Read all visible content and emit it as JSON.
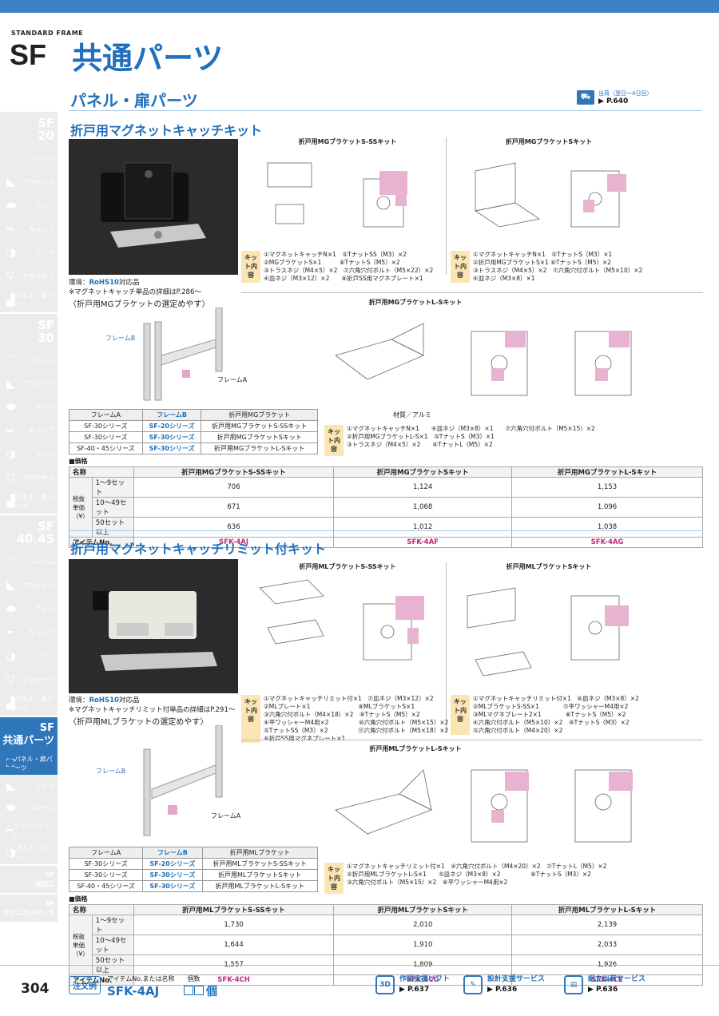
{
  "header": {
    "brand_small": "STANDARD FRAME",
    "brand_big": "SF",
    "title": "共通パーツ",
    "section": "パネル・扉パーツ",
    "ship_line1": "出荷（翌日〜4日目）",
    "ship_line2": "▶ P.640"
  },
  "sidebar": {
    "groups": [
      {
        "head": "SF\n20",
        "items": [
          "フレーム",
          "ブラケット",
          "ナット",
          "キャップ",
          "フット",
          "アクセサリ",
          "パネル・扉パーツ"
        ]
      },
      {
        "head": "SF\n30",
        "items": [
          "フレーム",
          "ブラケット",
          "ナット",
          "キャップ",
          "フット",
          "アクセサリ",
          "パネル・扉パーツ"
        ]
      },
      {
        "head": "SF\n40.45",
        "items": [
          "フレーム",
          "ブラケット",
          "ナット",
          "キャップ",
          "フット",
          "アクセサリ",
          "パネル・扉パーツ"
        ]
      },
      {
        "head": "SF\n共通パーツ",
        "items": [
          "パネル・扉パーツ",
          "フット",
          "フレーム",
          "クリーンファン",
          "ボルト・ネジ"
        ]
      }
    ],
    "extra": [
      "SF\n追加工",
      "SF\nテクニカルデータ"
    ]
  },
  "kit1": {
    "title": "折戸用マグネットキャッチキット",
    "env_label": "環境：",
    "env_value": "RoHS10",
    "env_suffix": "対応品",
    "note": "※マグネットキャッチ単品の詳細はP.286〜",
    "select": "〈折戸用MGブラケットの選定めやす〉",
    "frame_b_label": "フレームB",
    "frame_a_label": "フレームA",
    "diag1_title": "折戸用MGブラケットS-SSキット",
    "diag2_title": "折戸用MGブラケットSキット",
    "diag3_title": "折戸用MGブラケットL-Sキット",
    "material": "材質／アルミ",
    "kit_tag": "キット内容",
    "kit1_lines": [
      "①マグネットキャッチN×1　⑤TナットSS（M3）×2",
      "②MGブラケットS×1　　　⑥TナットS（M5）×2",
      "③トラスネジ（M4×5）×2　⑦六角穴付ボルト（M5×22）×2",
      "④皿ネジ（M3×12）×2　　⑧折戸SS用マグネプレート×1"
    ],
    "kit2_lines": [
      "①マグネットキャッチN×1　⑤TナットS（M3）×1",
      "②折戸用MGブラケットS×1 ⑥TナットS（M5）×2",
      "③トラスネジ（M4×5）×2　⑦六角穴付ボルト（M5×10）×2",
      "④皿ネジ（M3×8）×1"
    ],
    "kit3_lines": [
      "①マグネットキャッチN×1　　④皿ネジ（M3×8）×1　　⑦六角穴付ボルト（M5×15）×2",
      "②折戸用MGブラケットL-S×1　⑤TナットS（M3）×1",
      "③トラスネジ（M4×5）×2　　⑥TナットL（M5）×2"
    ],
    "frame_table": {
      "header": [
        "フレームA",
        "フレームB",
        "折戸用MGブラケット"
      ],
      "rows": [
        [
          "SF-30シリーズ",
          "SF-20シリーズ",
          "折戸用MGブラケットS-SSキット"
        ],
        [
          "SF-30シリーズ",
          "SF-30シリーズ",
          "折戸用MGブラケットSキット"
        ],
        [
          "SF-40・45シリーズ",
          "SF-30シリーズ",
          "折戸用MGブラケットL-Sキット"
        ]
      ]
    },
    "price_title": "■価格",
    "price": {
      "name_label": "名称",
      "names": [
        "折戸用MGブラケットS-SSキット",
        "折戸用MGブラケットSキット",
        "折戸用MGブラケットL-Sキット"
      ],
      "side": "税抜単価（¥）",
      "tiers": [
        "1〜9セット",
        "10〜49セット",
        "50セット以上"
      ],
      "values": [
        [
          "706",
          "1,124",
          "1,153"
        ],
        [
          "671",
          "1,068",
          "1,096"
        ],
        [
          "636",
          "1,012",
          "1,038"
        ]
      ],
      "item_label": "アイテムNo.",
      "items": [
        "SFK-4AJ",
        "SFK-4AF",
        "SFK-4AG"
      ]
    }
  },
  "kit2": {
    "title": "折戸用マグネットキャッチリミット付キット",
    "env_label": "環境：",
    "env_value": "RoHS10",
    "env_suffix": "対応品",
    "note": "※マグネットキャッチリミット付単品の詳細はP.291〜",
    "select": "〈折戸用MLブラケットの選定めやす〉",
    "frame_b_label": "フレームB",
    "frame_a_label": "フレームA",
    "diag1_title": "折戸用MLブラケットS-SSキット",
    "diag2_title": "折戸用MLブラケットSキット",
    "diag3_title": "折戸用MLブラケットL-Sキット",
    "kit_tag": "キット内容",
    "kit1_lines": [
      "①マグネットキャッチリミット付×1　⑦皿ネジ（M3×12）×2",
      "②MLプレート×1　　　　　　　　⑧MLブラケットS×1",
      "③六角穴付ボルト（M4×18）×2　⑨TナットS（M5）×2",
      "④平ワッシャーM4用×2　　　　　⑩六角穴付ボルト（M5×15）×2",
      "⑤TナットSS（M3）×2　　　　　⑪六角穴付ボルト（M5×18）×2",
      "⑥折戸SS用マグネプレート×1"
    ],
    "kit2_lines": [
      "①マグネットキャッチリミット付×1　⑥皿ネジ（M3×8）×2",
      "②MLブラケットS-SS×1　　　　⑦平ワッシャーM4用×2",
      "③MLマグネプレート2×1　　　　⑧TナットS（M5）×2",
      "④六角穴付ボルト（M5×10）×2　⑨TナットS（M3）×2",
      "⑤六角穴付ボルト（M4×20）×2"
    ],
    "kit3_lines": [
      "①マグネットキャッチリミット付×1　④六角穴付ボルト（M4×20）×2　⑦TナットL（M5）×2",
      "②折戸用MLブラケットL-S×1　　⑤皿ネジ（M3×8）×2　　　　　⑧TナットS（M3）×2",
      "③六角穴付ボルト（M5×15）×2　⑥平ワッシャーM4用×2"
    ],
    "frame_table": {
      "header": [
        "フレームA",
        "フレームB",
        "折戸用MLブラケット"
      ],
      "rows": [
        [
          "SF-30シリーズ",
          "SF-20シリーズ",
          "折戸用MLブラケットS-SSキット"
        ],
        [
          "SF-30シリーズ",
          "SF-30シリーズ",
          "折戸用MLブラケットSキット"
        ],
        [
          "SF-40・45シリーズ",
          "SF-30シリーズ",
          "折戸用MLブラケットL-Sキット"
        ]
      ]
    },
    "price_title": "■価格",
    "price": {
      "name_label": "名称",
      "names": [
        "折戸用MLブラケットS-SSキット",
        "折戸用MLブラケットSキット",
        "折戸用MLブラケットL-Sキット"
      ],
      "side": "税抜単価（¥）",
      "tiers": [
        "1〜9セット",
        "10〜49セット",
        "50セット以上"
      ],
      "values": [
        [
          "1,730",
          "2,010",
          "2,139"
        ],
        [
          "1,644",
          "1,910",
          "2,033"
        ],
        [
          "1,557",
          "1,809",
          "1,926"
        ]
      ],
      "item_label": "アイテムNo.",
      "items": [
        "SFK-4CH",
        "SFK-4CG",
        "SFK-4CE"
      ]
    }
  },
  "footer": {
    "page": "304",
    "order_tag": "注文例",
    "order_label": "アイテムNo.または名称　　個数",
    "order_code": "SFK-4AJ",
    "qty": "個",
    "services": [
      {
        "icon": "3D",
        "name": "作図支援ソフト",
        "page": "▶ P.637"
      },
      {
        "icon": "✎",
        "name": "設計支援サービス",
        "page": "▶ P.636"
      },
      {
        "icon": "▤",
        "name": "組立出荷サービス",
        "page": "▶ P.636"
      }
    ]
  }
}
